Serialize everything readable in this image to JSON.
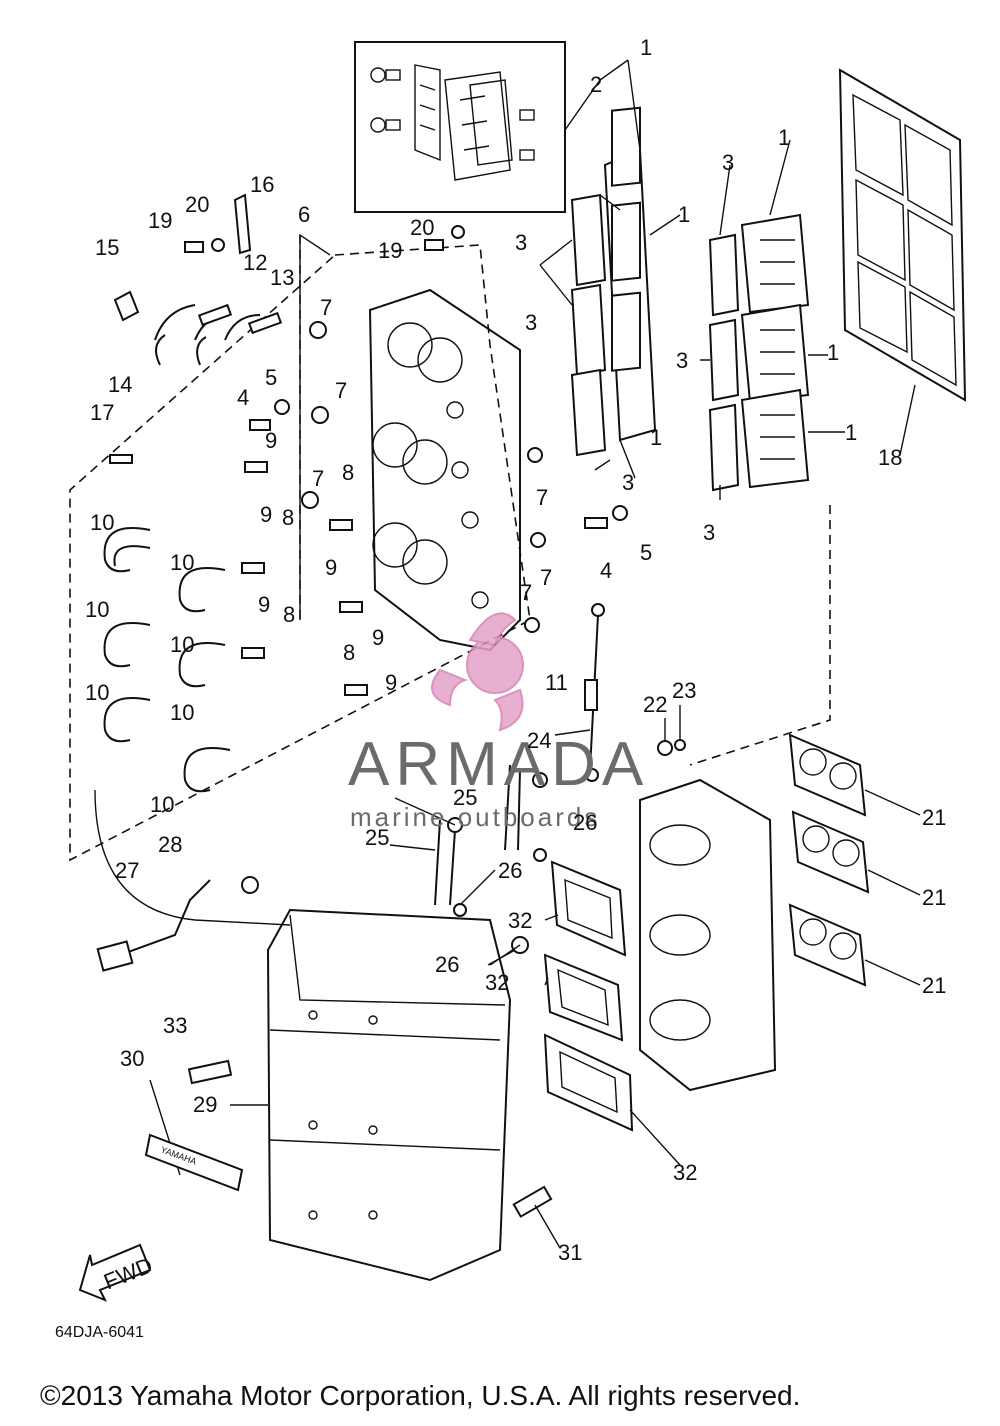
{
  "callouts": [
    "1",
    "2",
    "3",
    "4",
    "5",
    "6",
    "7",
    "8",
    "9",
    "10",
    "11",
    "12",
    "13",
    "14",
    "15",
    "16",
    "17",
    "18",
    "19",
    "20",
    "21",
    "22",
    "23",
    "24",
    "25",
    "26",
    "27",
    "28",
    "29",
    "30",
    "31",
    "32",
    "33"
  ],
  "watermark": {
    "brand": "ARMADA",
    "sub": "marine outboards"
  },
  "arrow_label": "FWD",
  "plate_text": "YAMAHA",
  "diagram_code": "64DJA-6041",
  "copyright": "©2013 Yamaha Motor Corporation, U.S.A. All rights reserved.",
  "colors": {
    "line": "#111111",
    "watermark_text": "#6b6b6b",
    "watermark_logo": "#e5a3c8"
  }
}
